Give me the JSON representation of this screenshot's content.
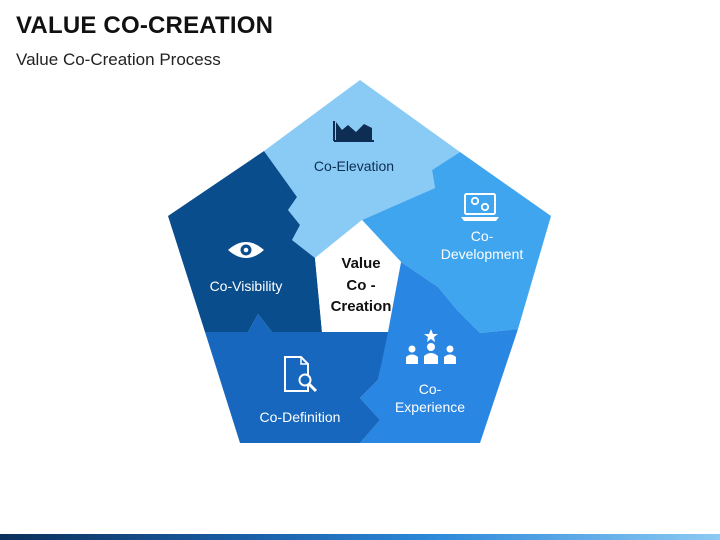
{
  "header": {
    "title": "VALUE CO-CREATION",
    "subtitle": "Value Co-Creation Process"
  },
  "center": {
    "lines": [
      "Value",
      "Co -",
      "Creation"
    ]
  },
  "segments": [
    {
      "id": "co-elevation",
      "label_lines": [
        "Co-Elevation"
      ],
      "icon": "area-chart-icon",
      "color": "#8acbf5"
    },
    {
      "id": "co-development",
      "label_lines": [
        "Co-",
        "Development"
      ],
      "icon": "laptop-gears-icon",
      "color": "#3fa5ef"
    },
    {
      "id": "co-experience",
      "label_lines": [
        "Co-",
        "Experience"
      ],
      "icon": "team-star-icon",
      "color": "#2a86e3"
    },
    {
      "id": "co-definition",
      "label_lines": [
        "Co-Definition"
      ],
      "icon": "document-search-icon",
      "color": "#1667bd"
    },
    {
      "id": "co-visibility",
      "label_lines": [
        "Co-Visibility"
      ],
      "icon": "eye-icon",
      "color": "#0a4d8c"
    }
  ]
}
